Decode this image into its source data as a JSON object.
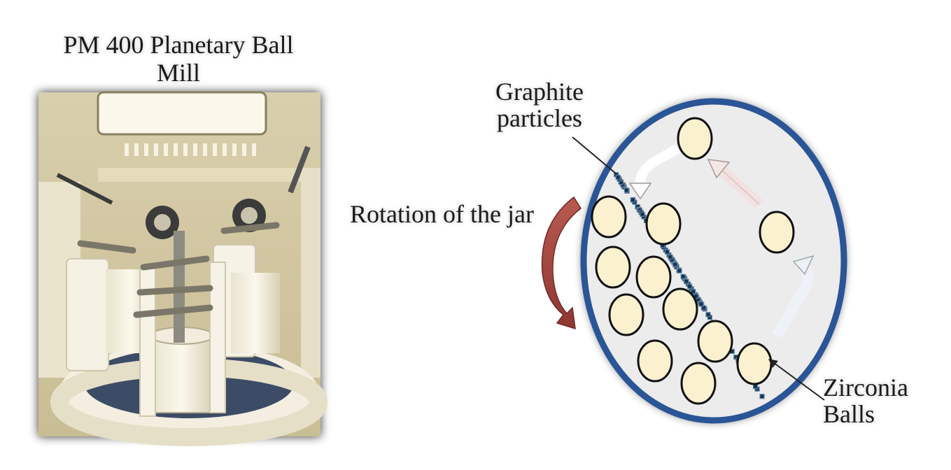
{
  "photo": {
    "title_line1": "PM 400 Planetary Ball",
    "title_line2": "Mill"
  },
  "diagram": {
    "rotation_label": "Rotation of the jar",
    "graphite_label_line1": "Graphite",
    "graphite_label_line2": "particles",
    "zirconia_label_line1": "Zirconia",
    "zirconia_label_line2": "Balls"
  },
  "colors": {
    "jar_border": "#2a5596",
    "rotation_arrow": "#a8453f",
    "ball_fill": "#fcf1cf",
    "particle_fill": "#13334f",
    "jar_fill": "#cfcfcf"
  }
}
